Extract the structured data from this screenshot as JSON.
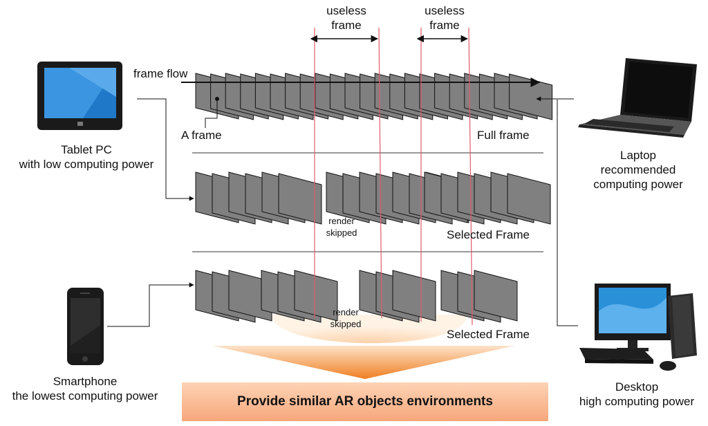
{
  "labels": {
    "useless_frame_1": "useless\nframe",
    "useless_frame_2": "useless\nframe",
    "frame_flow": "frame flow",
    "a_frame": "A frame",
    "full_frame": "Full frame",
    "render_skipped_1": "render\nskipped",
    "render_skipped_2": "render\nskipped",
    "selected_frame_1": "Selected Frame",
    "selected_frame_2": "Selected Frame"
  },
  "devices": {
    "tablet": "Tablet PC\nwith low computing power",
    "laptop": "Laptop\nrecommended\ncomputing power",
    "smartphone": "Smartphone\nthe lowest computing power",
    "desktop": "Desktop\nhigh computing power"
  },
  "banner": "Provide similar AR objects environments",
  "colors": {
    "frame_fill": "#808080",
    "frame_stroke": "#111111",
    "red_line": "#e05a6a",
    "banner_top": "#fdd3b5",
    "banner_bottom": "#f7a77a",
    "arrow_orange": "#f28a2e"
  }
}
